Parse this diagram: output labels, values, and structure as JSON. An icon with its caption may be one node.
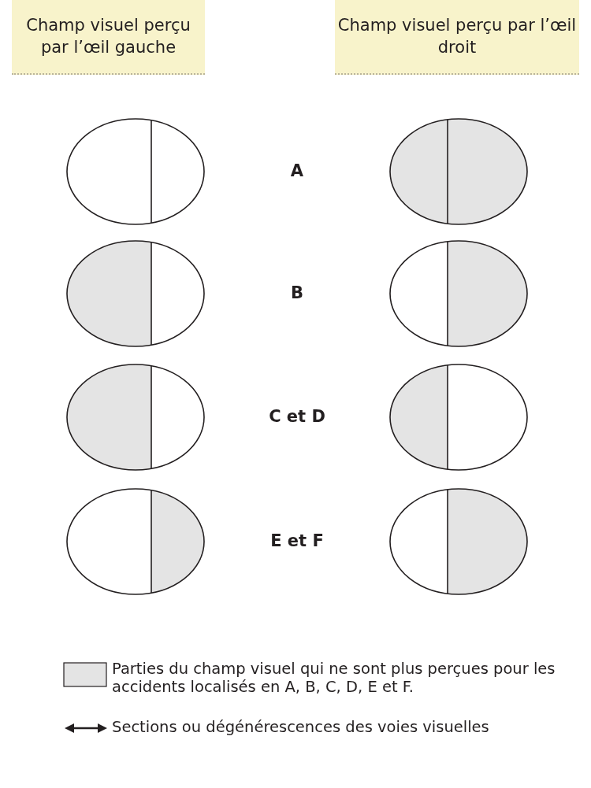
{
  "diagram": {
    "nodes": [
      {
        "text": [
          "Champ visuel perçu par l’œil gauche"
        ]
      },
      {
        "text": [
          "Champ visuel perçu par l’œil droit"
        ]
      }
    ],
    "labels": [
      "A",
      "B",
      "C et D",
      "E et F"
    ],
    "legend": [
      {
        "text": "Parties du champ visuel qui ne sont plus perçues pour les accidents localisés en A, B, C, D, E et F.",
        "color": "#e4e4e4"
      },
      {
        "text": "Sections ou dégénérescences des voies visuelles"
      }
    ]
  }
}
